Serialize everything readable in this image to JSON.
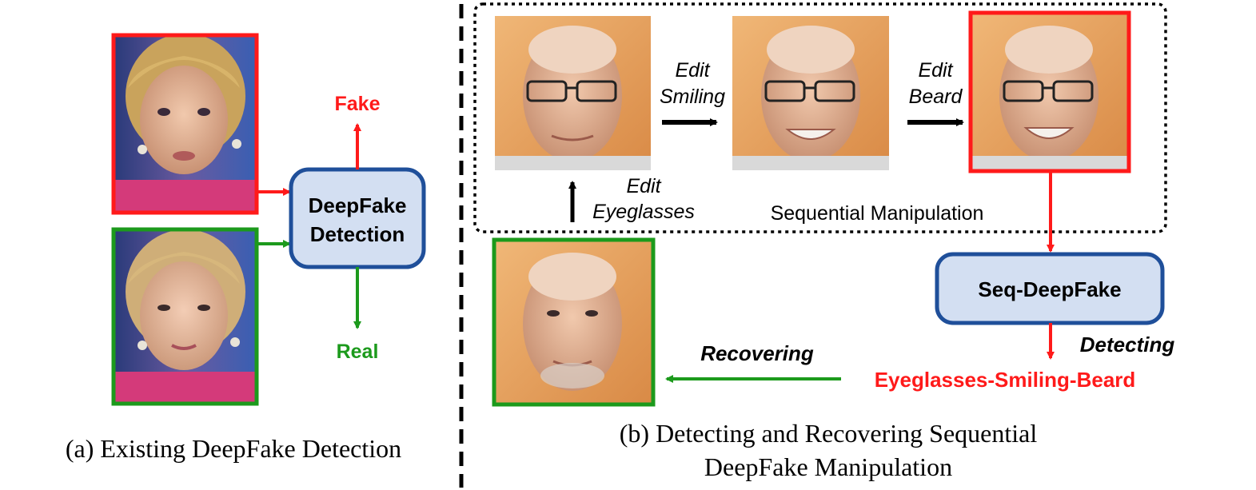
{
  "colors": {
    "fake": "#ff1a1a",
    "real": "#1c9a1c",
    "box_border": "#1f4f9a",
    "box_fill": "#d3dff2",
    "arrow": "#000000"
  },
  "panel_a": {
    "detector_label_line1": "DeepFake",
    "detector_label_line2": "Detection",
    "fake_label": "Fake",
    "real_label": "Real",
    "caption": "(a) Existing DeepFake Detection"
  },
  "panel_b": {
    "edit_eyeglasses_line1": "Edit",
    "edit_eyeglasses_line2": "Eyeglasses",
    "edit_smiling_line1": "Edit",
    "edit_smiling_line2": "Smiling",
    "edit_beard_line1": "Edit",
    "edit_beard_line2": "Beard",
    "sequence_title": "Sequential Manipulation",
    "model_label": "Seq-DeepFake",
    "detecting_label": "Detecting",
    "sequence_result": "Eyeglasses-Smiling-Beard",
    "recovering_label": "Recovering",
    "caption_line1": "(b) Detecting and Recovering Sequential",
    "caption_line2": "DeepFake Manipulation"
  }
}
